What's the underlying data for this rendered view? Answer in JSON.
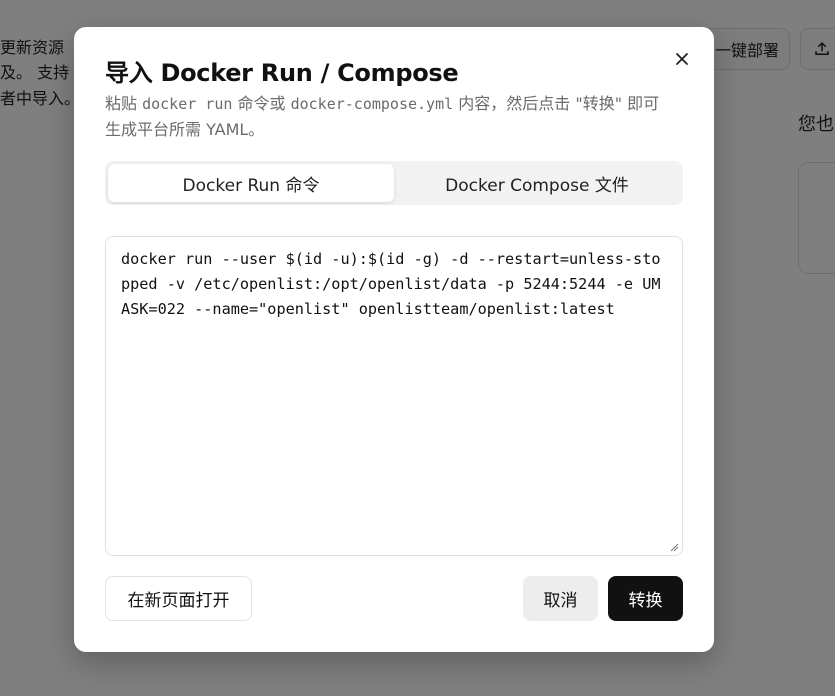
{
  "background": {
    "left_lines": [
      "更新资源",
      "及。 支持",
      "者中导入。"
    ],
    "deploy_button_label": "一键部署",
    "right_text": "您也"
  },
  "dialog": {
    "title": "导入 Docker Run / Compose",
    "description_parts": [
      "粘贴 ",
      "docker run",
      " 命令或 ",
      "docker-compose.yml",
      " 内容，然后点击 \"转换\" 即可生成平台所需 YAML。"
    ],
    "tabs": [
      {
        "label": "Docker Run 命令",
        "active": true
      },
      {
        "label": "Docker Compose 文件",
        "active": false
      }
    ],
    "command_text": "docker run --user $(id -u):$(id -g) -d --restart=unless-stopped -v /etc/openlist:/opt/openlist/data -p 5244:5244 -e UMASK=022 --name=\"openlist\" openlistteam/openlist:latest",
    "buttons": {
      "open_new_page": "在新页面打开",
      "cancel": "取消",
      "convert": "转换"
    }
  },
  "colors": {
    "primary_button": "#111111",
    "overlay": "rgba(0,0,0,0.5)"
  }
}
